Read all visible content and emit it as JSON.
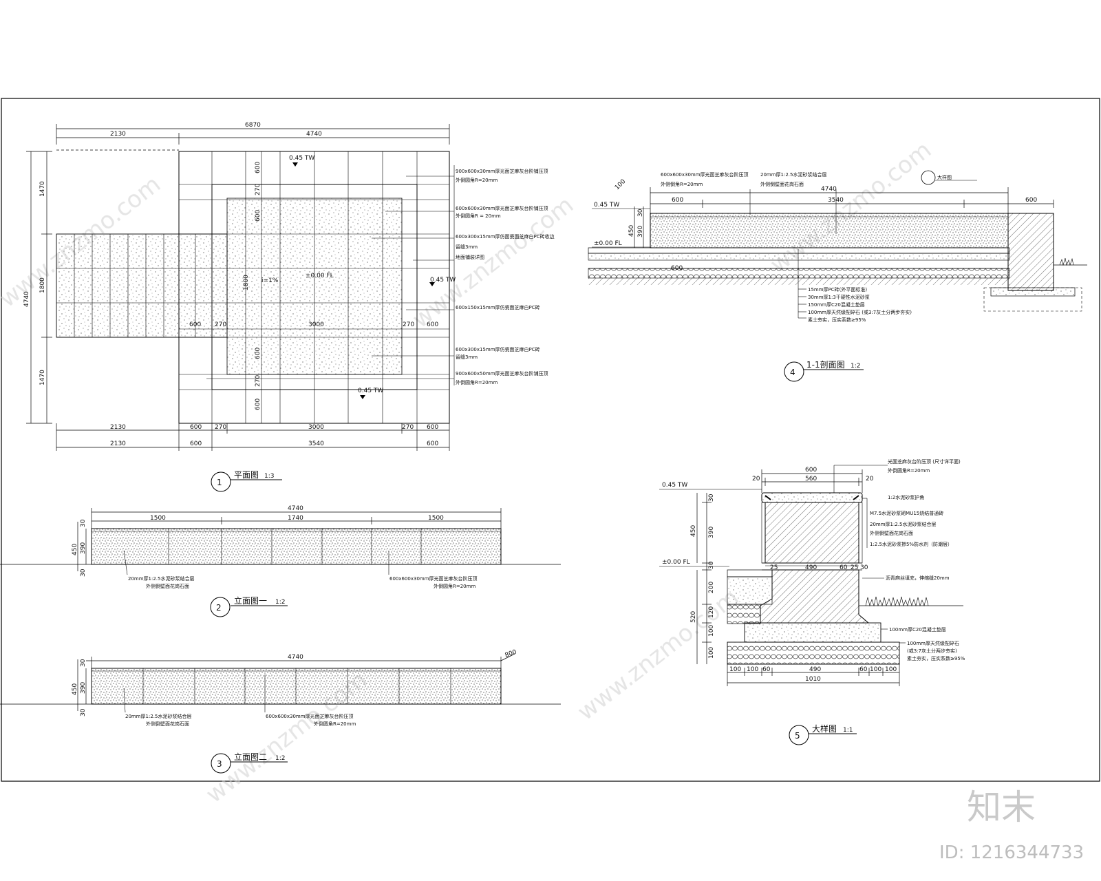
{
  "watermark": {
    "logo": "知末",
    "id": "ID: 1216344733",
    "site": "www.znzmo.com"
  },
  "plan": {
    "title": "平面图",
    "num": "1",
    "scale": "1:3",
    "top_total": "6870",
    "top_left": "2130",
    "top_right": "4740",
    "left_a": "1470",
    "left_b": "1800",
    "left_c": "1470",
    "left_total": "4740",
    "bot1": [
      "2130",
      "600",
      "270",
      "3000",
      "270",
      "600"
    ],
    "bot2": [
      "2130",
      "600",
      "3540",
      "600"
    ],
    "mid": [
      "600",
      "270",
      "3000",
      "270",
      "600"
    ],
    "vert_in": [
      "600",
      "270",
      "600",
      "1800",
      "600",
      "270",
      "600"
    ],
    "lvl_top": "0.45 TW",
    "lvl_right": "0.45 TW",
    "lvl_bot": "0.45 TW",
    "lvl_mid": "±0.00 FL",
    "slope": "i=1%",
    "notes": [
      {
        "a": "900x600x30mm厚光面芝麻灰台阶铺压顶",
        "b": "外倒圆角R=20mm"
      },
      {
        "a": "600x600x30mm厚光面芝麻灰台阶铺压顶",
        "b": "外倒圆角R = 20mm"
      },
      {
        "a": "600x300x15mm厚仿面瓷面芝麻白PC砖收边",
        "b": "留缝3mm"
      },
      {
        "a": "地面铺装详图",
        "b": ""
      },
      {
        "a": "600x150x15mm厚仿瓷面芝麻白PC砖",
        "b": ""
      },
      {
        "a": "600x300x15mm厚仿瓷面芝麻白PC砖",
        "b": "留缝3mm"
      },
      {
        "a": "900x600x50mm厚光面芝麻灰台阶铺压顶",
        "b": "外倒圆角R=20mm"
      }
    ]
  },
  "elev1": {
    "title": "立面图一",
    "num": "2",
    "scale": "1:2",
    "total": "4740",
    "segs": [
      "1500",
      "1740",
      "1500"
    ],
    "h": [
      "30",
      "450",
      "390",
      "30"
    ],
    "note_l_a": "20mm厚1:2.5水泥砂浆结合层",
    "note_l_b": "外侧倒壁面花岗石面",
    "note_r_a": "600x600x30mm厚光面芝麻灰台阶压顶",
    "note_r_b": "外倒圆角R=20mm"
  },
  "elev2": {
    "title": "立面图二",
    "num": "3",
    "scale": "1:2",
    "total": "4740",
    "corner": "800",
    "h": [
      "30",
      "450",
      "390",
      "30"
    ],
    "note_l_a": "20mm厚1:2.5水泥砂浆结合层",
    "note_l_b": "外侧倒壁面花岗石面",
    "note_r_a": "600x600x30mm厚光面芝麻灰台阶压顶",
    "note_r_b": "外倒圆角R=20mm"
  },
  "section": {
    "title": "1-1剖面图",
    "num": "4",
    "scale": "1:2",
    "total": "4740",
    "segs": [
      "600",
      "3540",
      "600"
    ],
    "h": [
      "30",
      "450",
      "390"
    ],
    "lvl_top": "0.45 TW",
    "lvl_fl": "±0.00 FL",
    "angle": "100",
    "small": "600",
    "detail": "大样图",
    "note_l_a": "600x600x30mm厚光面芝麻灰台阶压顶",
    "note_l_b": "外侧倒角R=20mm",
    "note_r_a": "20mm厚1:2.5水泥砂浆结合层",
    "note_r_b": "外侧倒壁面花岗石面",
    "layers": [
      "15mm厚PC砖(外平面标准)",
      "30mm厚1:3干硬性水泥砂浆",
      "150mm厚C20混凝土垫层",
      "100mm厚天然级配碎石 (或3:7灰土分两步夯实)",
      "素土夯实，压实系数≥95%"
    ]
  },
  "detail": {
    "title": "大样图",
    "num": "5",
    "scale": "1:1",
    "top_w": "600",
    "top_in": [
      "20",
      "560",
      "20"
    ],
    "lvl_tw": "0.45 TW",
    "lvl_fl": "±0.00 FL",
    "v_left": [
      "30",
      "450",
      "390",
      "30",
      "200",
      "520",
      "120",
      "100",
      "100"
    ],
    "mid_dims": [
      "25",
      "490",
      "60",
      "25",
      "30"
    ],
    "bot1": [
      "100",
      "100",
      "60",
      "490",
      "60",
      "100",
      "100"
    ],
    "bot_total": "1010",
    "notes": [
      "光面芝麻灰台阶压顶 (尺寸详平面)",
      "外倒圆角R=20mm",
      "1:2水泥砂浆护角",
      "M7.5水泥砂浆砌MU15烧结普通砖",
      "20mm厚1:2.5水泥砂浆结合层",
      "外侧倒壁面花岗石面",
      "1:2.5水泥砂浆掺5%防水剂（防潮层）",
      "沥青麻丝填充，伸缩缝20mm",
      "100mm厚C20混凝土垫层",
      "100mm厚天然级配碎石",
      "(或3:7灰土分两步夯实)",
      "素土夯实，压实系数≥95%"
    ]
  }
}
